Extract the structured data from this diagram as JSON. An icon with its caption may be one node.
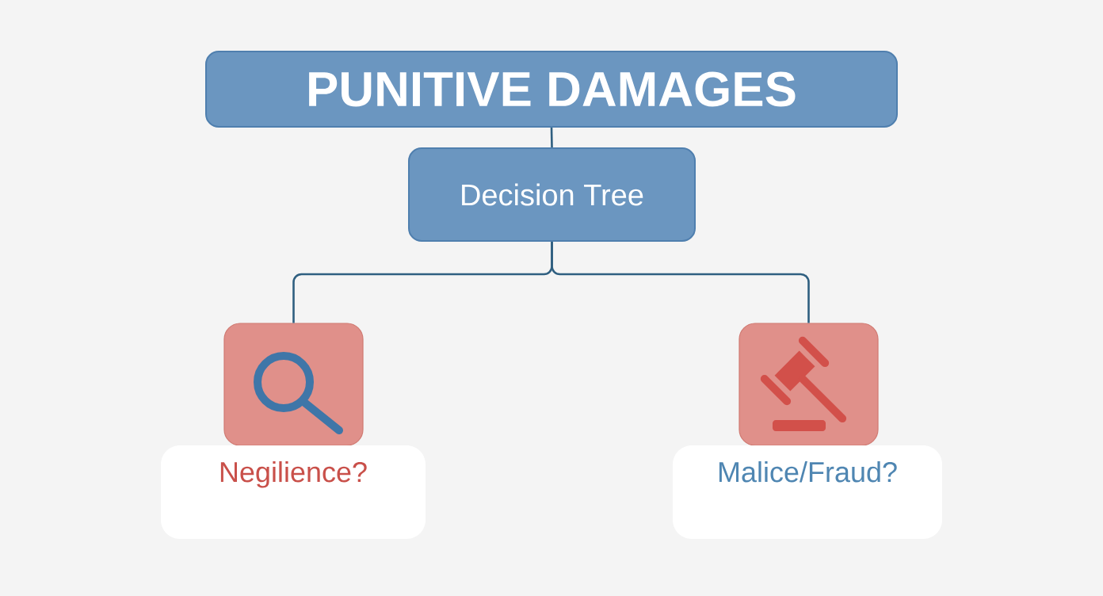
{
  "diagram": {
    "nodes": [
      {
        "text": [
          "PUNITIVE DAMAGES"
        ]
      },
      {
        "text": [
          "Decision Tree"
        ]
      },
      {
        "text": [],
        "shape": "box"
      },
      {
        "text": [
          "Negilience?"
        ]
      },
      {
        "text": [],
        "shape": "box"
      },
      {
        "text": [
          "Malice/Fraud?"
        ]
      }
    ],
    "edges": [
      {
        "from": 0,
        "to": 1,
        "arrow": "none"
      },
      {
        "from": 1,
        "to": 2,
        "arrow": "none"
      },
      {
        "from": 1,
        "to": 4,
        "arrow": "none"
      }
    ]
  }
}
